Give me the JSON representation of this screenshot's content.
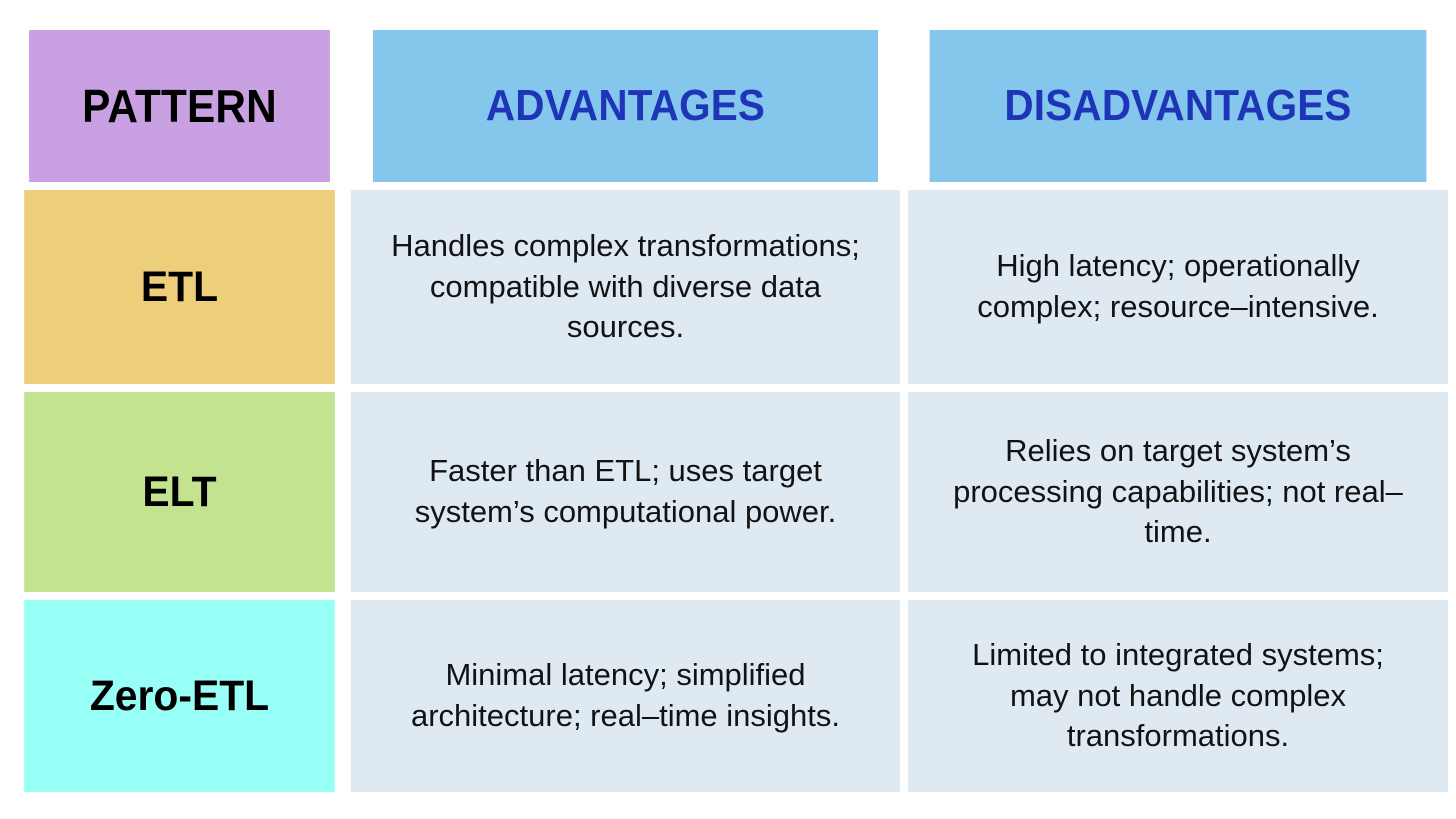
{
  "table": {
    "columns": [
      {
        "key": "pattern",
        "label": "PATTERN"
      },
      {
        "key": "advantages",
        "label": "ADVANTAGES"
      },
      {
        "key": "disadvantages",
        "label": "DISADVANTAGES"
      }
    ],
    "rows": [
      {
        "pattern": "ETL",
        "pattern_color": "#ecce7b",
        "advantages": "Handles complex transformations; compatible with diverse data sources.",
        "disadvantages": "High latency; operationally complex; resource–intensive."
      },
      {
        "pattern": "ELT",
        "pattern_color": "#c3e391",
        "advantages": "Faster than ETL; uses target system’s computational power.",
        "disadvantages": "Relies on target system’s processing capabilities; not real–time."
      },
      {
        "pattern": "Zero-ETL",
        "pattern_color": "#97fff5",
        "advantages": "Minimal latency; simplified architecture; real–time insights.",
        "disadvantages": "Limited to integrated systems; may not handle complex transformations."
      }
    ]
  },
  "colors": {
    "header_pattern_bg": "#c9a1e3",
    "header_blue_bg": "#85c7ec",
    "header_blue_text": "#1f35b8",
    "header_pattern_text": "#000000",
    "body_cell_bg": "#dee9f2",
    "body_cell_text": "#121212",
    "page_bg": "#ffffff"
  }
}
